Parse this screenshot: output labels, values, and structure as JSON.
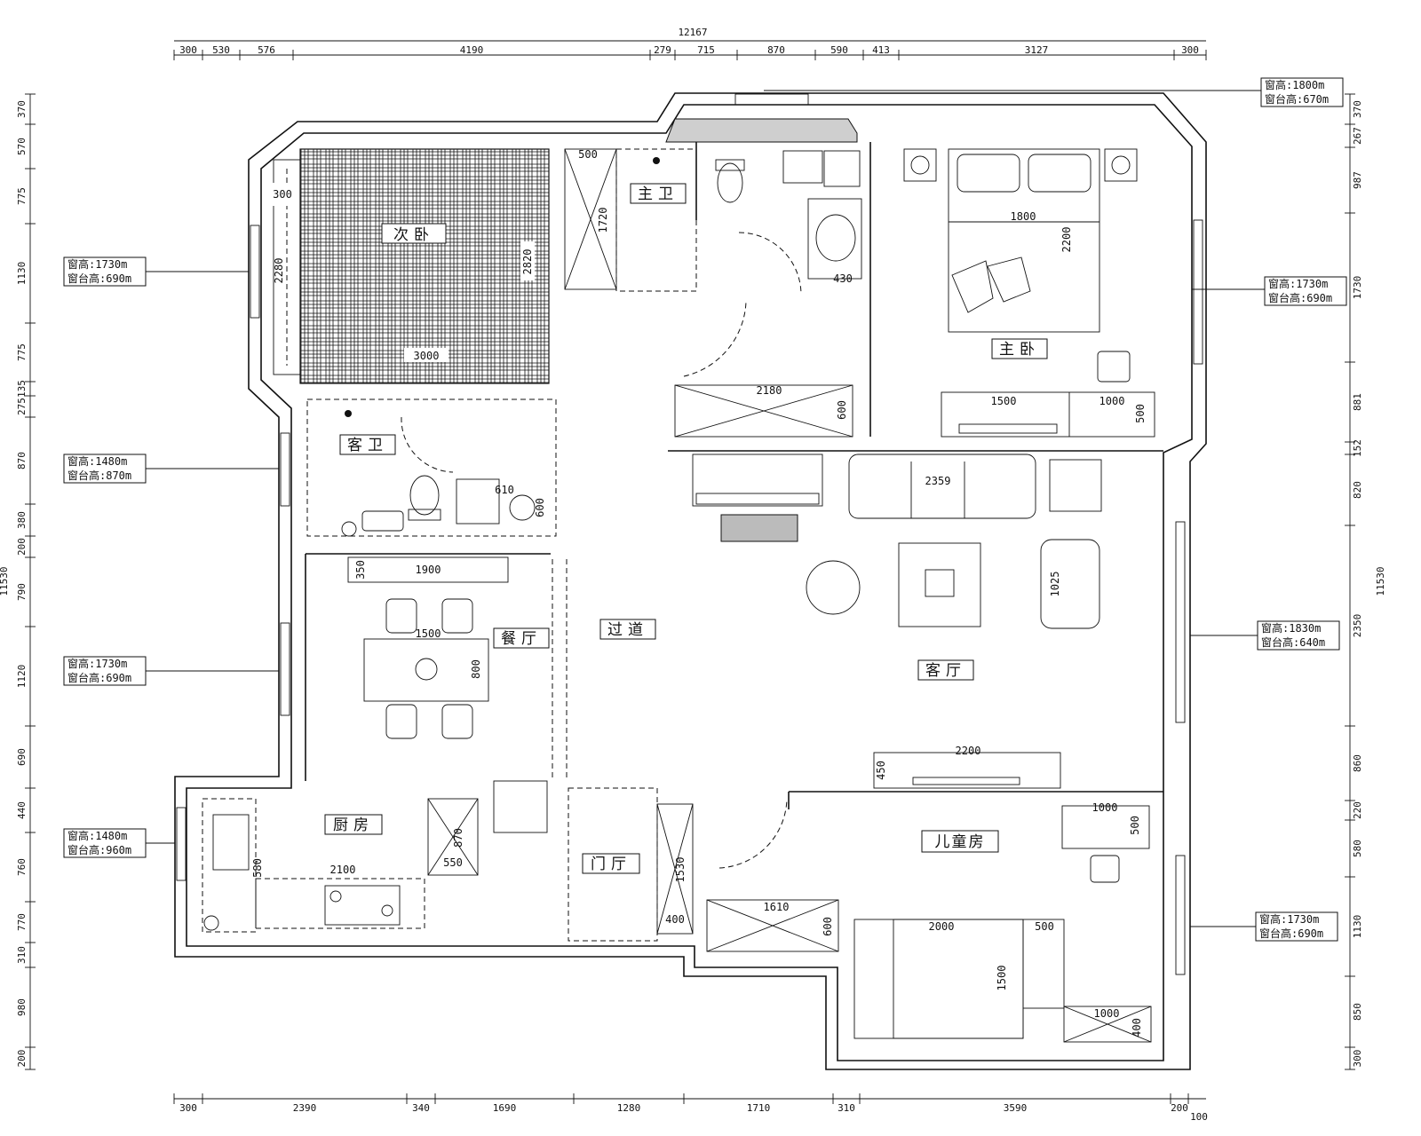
{
  "overall": {
    "width_top": "12167",
    "height_left": "11530",
    "height_right": "11530",
    "corner_bottom": "100"
  },
  "dims_top": [
    "300",
    "530",
    "576",
    "4190",
    "279",
    "715",
    "870",
    "590",
    "413",
    "3127",
    "300"
  ],
  "dims_bottom": [
    "300",
    "2390",
    "340",
    "1690",
    "1280",
    "1710",
    "310",
    "3590",
    "200"
  ],
  "dims_left": [
    "370",
    "570",
    "775",
    "1130",
    "775",
    "135",
    "275",
    "870",
    "380",
    "200",
    "790",
    "1120",
    "690",
    "440",
    "760",
    "770",
    "310",
    "980",
    "200"
  ],
  "dims_right": [
    "370",
    "267",
    "987",
    "1730",
    "881",
    "152",
    "820",
    "2350",
    "860",
    "220",
    "580",
    "1130",
    "850",
    "300"
  ],
  "rooms": {
    "secondary_bedroom": "次卧",
    "master_bedroom": "主卧",
    "master_bath": "主卫",
    "guest_bath": "客卫",
    "dining": "餐厅",
    "corridor": "过道",
    "living": "客厅",
    "kitchen": "厨房",
    "foyer": "门厅",
    "kids_room": "儿童房"
  },
  "windows": {
    "top": [
      "窗高:1800m",
      "窗台高:670m"
    ],
    "left_1": [
      "窗高:1730m",
      "窗台高:690m"
    ],
    "left_2": [
      "窗高:1480m",
      "窗台高:870m"
    ],
    "left_3": [
      "窗高:1730m",
      "窗台高:690m"
    ],
    "left_4": [
      "窗高:1480m",
      "窗台高:960m"
    ],
    "right_1": [
      "窗高:1730m",
      "窗台高:690m"
    ],
    "right_2": [
      "窗高:1830m",
      "窗台高:640m"
    ],
    "right_3": [
      "窗高:1730m",
      "窗台高:690m"
    ]
  },
  "furniture_dims": {
    "wardrobe_width": "3000",
    "wardrobe_depth": "300",
    "bed2_len": "2280",
    "bed2_width": "2820",
    "bath_500": "500",
    "bath_1720": "1720",
    "basin_430": "430",
    "bed_1800": "1800",
    "bed_2200": "2200",
    "cab_1500": "1500",
    "cab_1000": "1000",
    "cab_500": "500",
    "closet_2180": "2180",
    "closet_600": "600",
    "sofa_2359": "2359",
    "chair_1025": "1025",
    "wash_600": "600",
    "wash_610": "610",
    "side_350": "350",
    "side_1900": "1900",
    "table_1500": "1500",
    "table_800": "800",
    "tv_2200": "2200",
    "tv_450": "450",
    "kitchen_2100": "2100",
    "kitchen_580": "580",
    "kitchen_550": "550",
    "kitchen_870": "870",
    "foyer_1530": "1530",
    "foyer_400": "400",
    "kids_1610": "1610",
    "kids_600": "600",
    "kids_2000": "2000",
    "kids_500": "500",
    "kids_1500": "1500",
    "kids_1000a": "1000",
    "kids_500b": "500",
    "kids_1000b": "1000",
    "kids_400": "400"
  }
}
